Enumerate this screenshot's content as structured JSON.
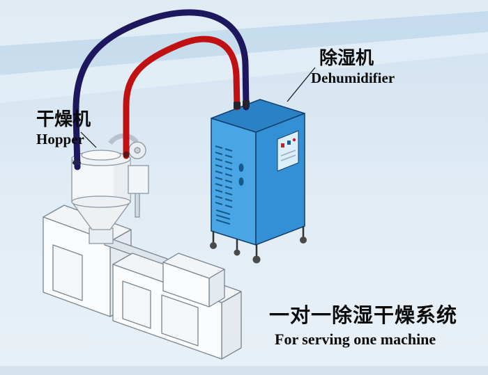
{
  "labels": {
    "dehumidifier_cn": "除湿机",
    "dehumidifier_en": "Dehumidifier",
    "hopper_cn": "干燥机",
    "hopper_en": "Hopper",
    "system_cn": "一对一除湿干燥系统",
    "system_en": "For serving one machine"
  },
  "colors": {
    "pipe_red": "#c01212",
    "pipe_navy": "#1d175e",
    "cabinet_front": "#49a5e4",
    "cabinet_side": "#3490d4",
    "cabinet_top": "#2a82c4",
    "cabinet_outline": "#10406e",
    "panel_face": "#ddeefb",
    "machine_fill": "#fafcfd",
    "machine_shade": "#e4eaef",
    "machine_top": "#f1f5f8",
    "outline_grey": "#79858f",
    "background_top": "#cfe1ef",
    "background_bottom": "#e9f1f7"
  }
}
